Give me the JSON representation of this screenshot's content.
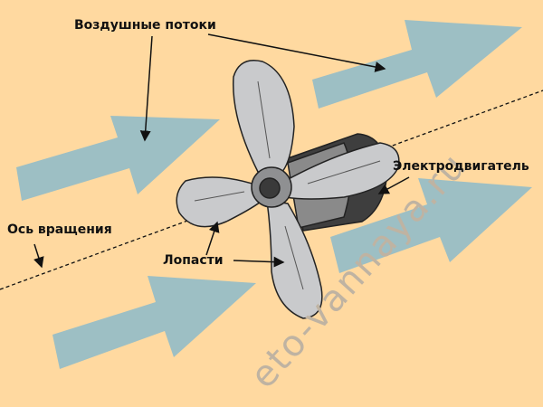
{
  "labels": {
    "airflows": "Воздушные потоки",
    "rotation_axis": "Ось вращения",
    "blades": "Лопасти",
    "motor": "Электродвигатель"
  },
  "watermark": "eto-vannaya.ru",
  "colors": {
    "background": "#FFD9A0",
    "airflow_arrow": "#9DBFC4",
    "blade": "#C9CACC",
    "motor": "#4a4a4a"
  }
}
